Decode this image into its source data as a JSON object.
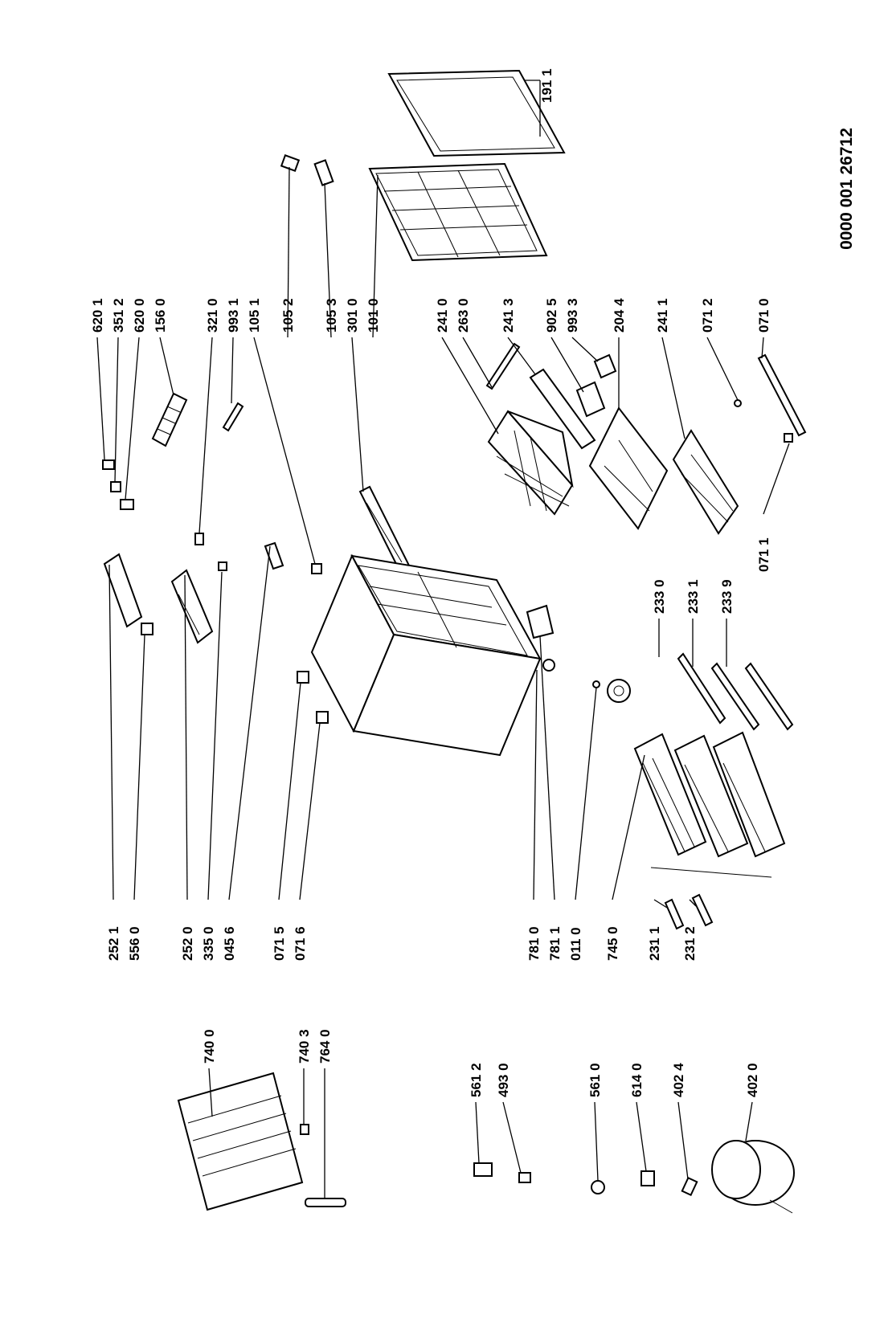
{
  "document_number": "0000 001 26712",
  "labels": {
    "p6201": "620 1",
    "p3512": "351 2",
    "p6200": "620 0",
    "p1560": "156 0",
    "p3210": "321 0",
    "p9931": "993 1",
    "p1051": "105 1",
    "p1052": "105 2",
    "p1053": "105 3",
    "p3010": "301 0",
    "p1010": "101 0",
    "p1911": "191 1",
    "p2410": "241 0",
    "p2630": "263 0",
    "p2413": "241 3",
    "p9025": "902 5",
    "p9933": "993 3",
    "p2044": "204 4",
    "p2411": "241 1",
    "p0712": "071 2",
    "p0710": "071 0",
    "p0711": "071 1",
    "p2330": "233 0",
    "p2331": "233 1",
    "p2339": "233 9",
    "p2521": "252 1",
    "p5560": "556 0",
    "p2520": "252 0",
    "p3350": "335 0",
    "p0456": "045 6",
    "p0715": "071 5",
    "p0716": "071 6",
    "p7810": "781 0",
    "p7811": "781 1",
    "p0110": "011 0",
    "p7450": "745 0",
    "p2311": "231 1",
    "p2312": "231 2",
    "p7400": "740 0",
    "p7403": "740 3",
    "p7640": "764 0",
    "p5612": "561 2",
    "p4930": "493 0",
    "p5610": "561 0",
    "p6140": "614 0",
    "p4024": "402 4",
    "p4020": "402 0"
  }
}
